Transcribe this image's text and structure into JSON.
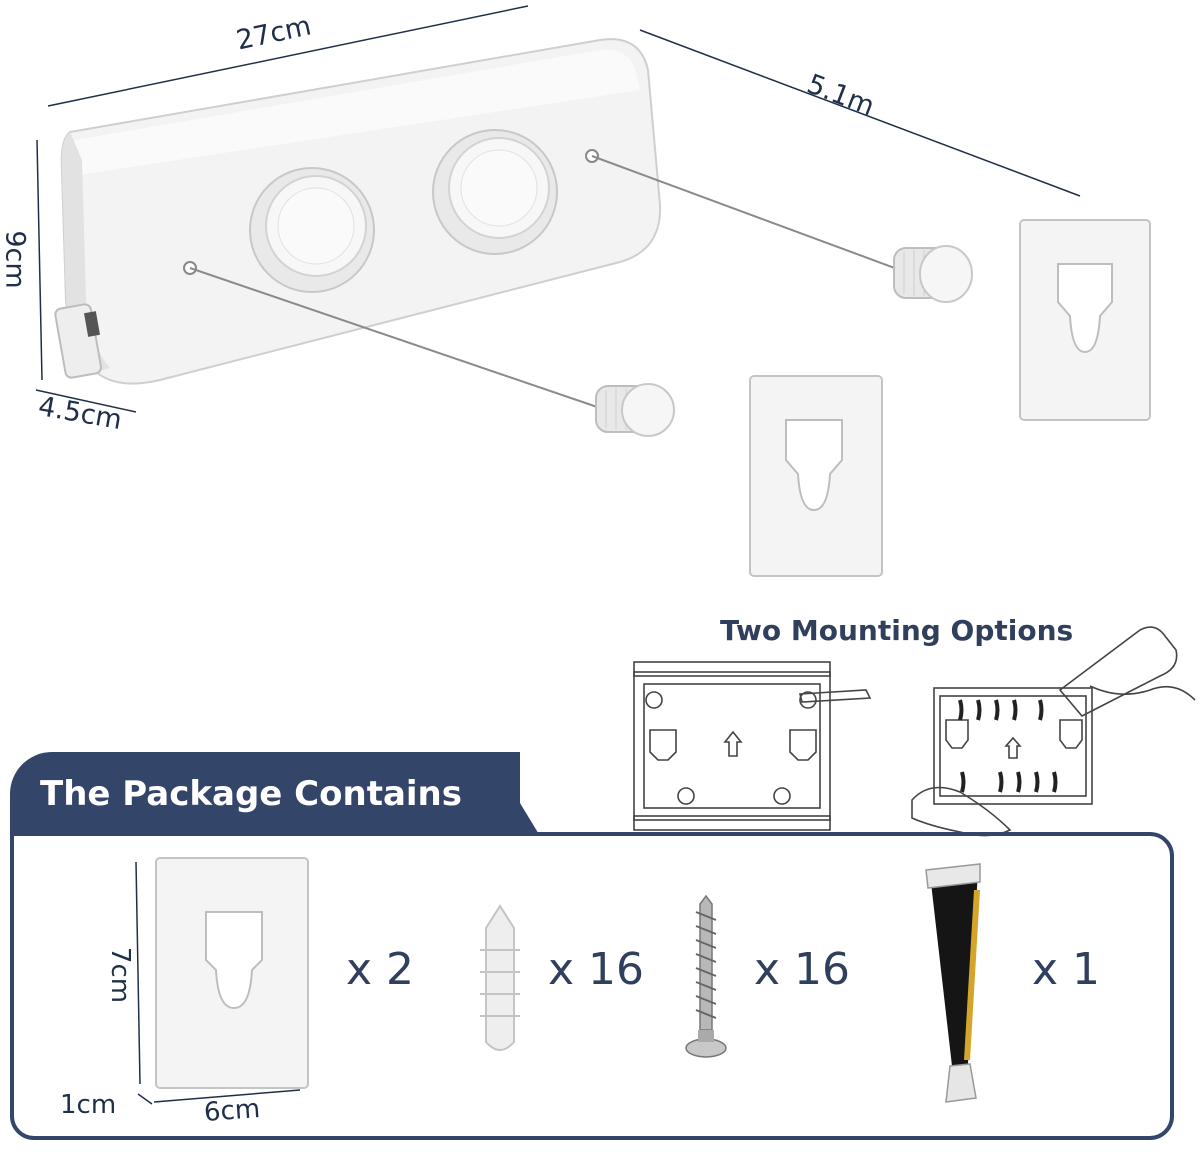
{
  "dimensions": {
    "width_label": "27cm",
    "length_label": "5.1m",
    "height_label": "9cm",
    "depth_label": "4.5cm"
  },
  "mounting": {
    "title": "Two Mounting Options"
  },
  "package": {
    "title": "The Package Contains",
    "items": [
      {
        "name": "wall plate",
        "quantity": "x 2",
        "height_label": "7cm",
        "width_label": "6cm",
        "thickness_label": "1cm"
      },
      {
        "name": "wall anchor",
        "quantity": "x 16"
      },
      {
        "name": "screw",
        "quantity": "x 16"
      },
      {
        "name": "glue tube",
        "quantity": "x 1"
      }
    ]
  },
  "colors": {
    "navy": "#34456a",
    "device": "#f2f2f2",
    "outline": "#c8c8c8"
  }
}
